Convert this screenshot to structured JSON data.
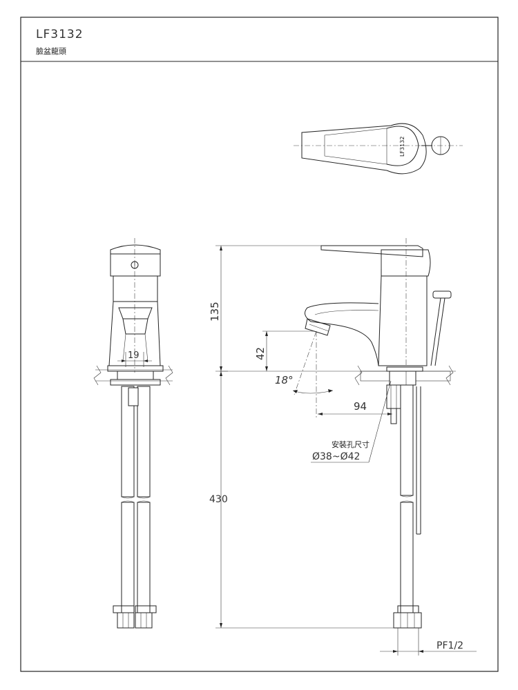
{
  "title_block": {
    "model": "LF3132",
    "name": "臉盆龍頭"
  },
  "top_view": {
    "lever_marking": "LF3132"
  },
  "dimensions": {
    "height_above_deck": "135",
    "spout_height": "42",
    "spout_tilt": "18°",
    "spout_reach": "94",
    "hose_length": "430",
    "hose_width": "19",
    "hose_connector": "PF1/2"
  },
  "notes": {
    "mounting_hole_label": "安裝孔尺寸",
    "mounting_hole_range": "Ø38~Ø42"
  }
}
